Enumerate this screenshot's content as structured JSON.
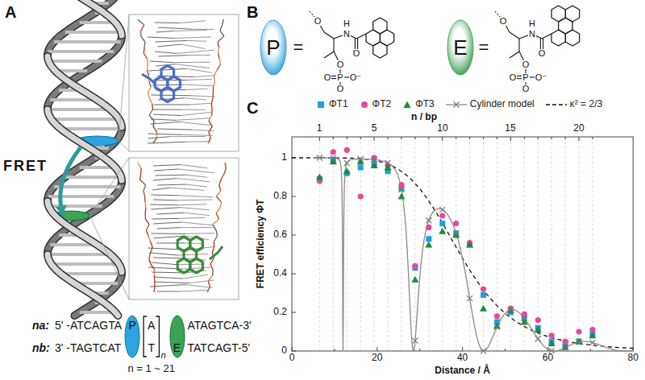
{
  "diagram": {
    "nodes": [
      {
        "text": [
          "P"
        ]
      },
      {
        "text": [
          "E"
        ]
      },
      {
        "text": [
          "P"
        ]
      },
      {
        "text": [
          "E"
        ]
      }
    ],
    "labels": [
      "A",
      "FRET",
      "na:",
      "5' -ATCAGTA",
      "A",
      "ATAGTCA-3'",
      "nb:",
      "3' -TAGTCAT",
      "T",
      "TATCAGT-5'",
      "n",
      "n = 1 ~ 21",
      "B",
      "=",
      "O",
      "H",
      "N",
      "O",
      "O",
      "O",
      "P",
      "O⁻",
      "O",
      "=",
      "O",
      "H",
      "N",
      "O",
      "O",
      "O",
      "P",
      "O⁻",
      "O",
      "C",
      "n / bp",
      "1",
      "5",
      "10",
      "15",
      "20",
      "0",
      "20",
      "40",
      "60",
      "80",
      "Distance / Å",
      "0",
      "0.2",
      "0.4",
      "0.6",
      "0.8",
      "1",
      "FRET efficiency ΦT"
    ],
    "legend": [
      {
        "text": "ΦT1",
        "color": "#1ba1e2"
      },
      {
        "text": "ΦT2",
        "color": "#e8489a"
      },
      {
        "text": "ΦT3",
        "color": "#1e8a3c"
      },
      {
        "text": "Cylinder model"
      },
      {
        "text": "κ² = 2/3"
      }
    ]
  }
}
